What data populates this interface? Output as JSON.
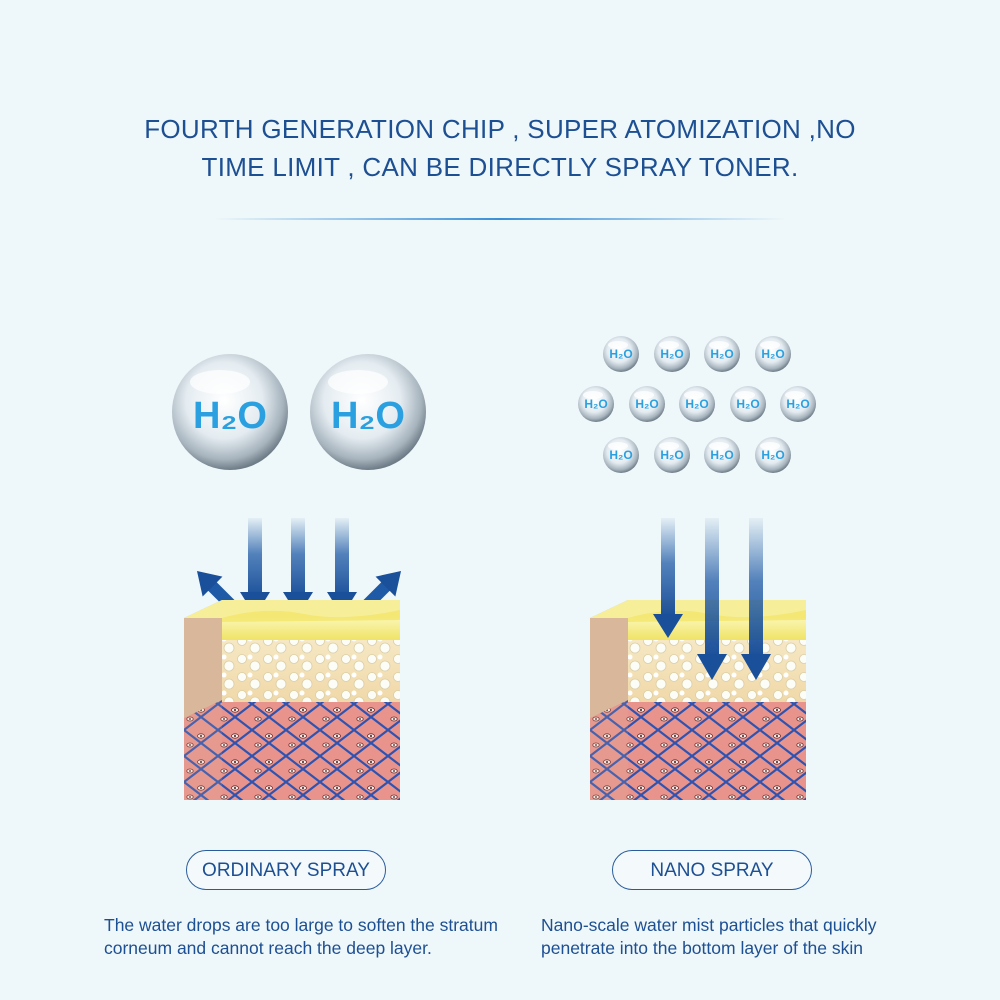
{
  "headline": {
    "line1": "FOURTH GENERATION CHIP , SUPER ATOMIZATION ,NO",
    "line2": "TIME LIMIT , CAN BE DIRECTLY SPRAY TONER."
  },
  "molecule_label": "H₂O",
  "ordinary": {
    "label": "ORDINARY SPRAY",
    "description": "The water drops are too large to soften the stratum corneum and cannot reach the deep layer."
  },
  "nano": {
    "label": "NANO SPRAY",
    "description": "Nano-scale water mist particles that quickly penetrate into the bottom layer of the skin"
  },
  "colors": {
    "text": "#1d4f93",
    "arrow": "#1f5aa6",
    "h2o_text": "#2aa0e0",
    "skin_top": "#f5ef8c",
    "skin_mid": "#f3dfb6",
    "skin_base": "#e9968f",
    "fiber": "#2f53b0"
  }
}
